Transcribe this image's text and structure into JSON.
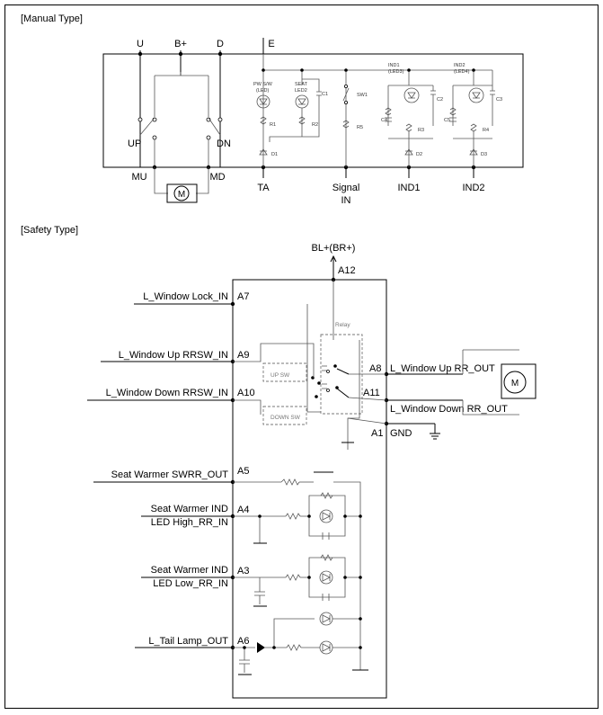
{
  "sections": {
    "manual": {
      "title": "[Manual Type]"
    },
    "safety": {
      "title": "[Safety Type]"
    }
  },
  "manual": {
    "top_terminals": [
      "U",
      "B+",
      "D",
      "E"
    ],
    "switch_labels": {
      "up": "UP",
      "dn": "DN"
    },
    "bottom_terminals": {
      "mu": "MU",
      "md": "MD",
      "ta": "TA",
      "signal_1": "Signal",
      "signal_2": "IN",
      "ind1": "IND1",
      "ind2": "IND2"
    },
    "motor": "M",
    "components": {
      "pw_sw_1": "PW S/W",
      "pw_sw_2": "(LED)",
      "seat_1": "SEAT",
      "seat_2": "LED2",
      "ind1_1": "IND1",
      "ind1_2": "(LED3)",
      "ind2_1": "IND2",
      "ind2_2": "(LED4)",
      "r1": "R1",
      "r2": "R2",
      "r3": "R3",
      "r4": "R4",
      "r5": "R5",
      "c1": "C1",
      "c2": "C2",
      "c3": "C3",
      "c4": "C4",
      "c5": "C5",
      "d1": "D1",
      "d2": "D2",
      "d3": "D3",
      "sw1": "SW1"
    }
  },
  "safety": {
    "supply": "BL+(BR+)",
    "pins": {
      "a12": "A12",
      "a7": "A7",
      "a9": "A9",
      "a10": "A10",
      "a8": "A8",
      "a11": "A11",
      "a1": "A1",
      "a5": "A5",
      "a4": "A4",
      "a3": "A3",
      "a6": "A6"
    },
    "left_labels": {
      "lock": "L_Window Lock_IN",
      "up": "L_Window Up RRSW_IN",
      "down": "L_Window Down RRSW_IN",
      "swrr": "Seat Warmer SWRR_OUT",
      "ind_high_1": "Seat Warmer IND",
      "ind_high_2": "LED High_RR_IN",
      "ind_low_1": "Seat Warmer IND",
      "ind_low_2": "LED Low_RR_IN",
      "tail": "L_Tail Lamp_OUT"
    },
    "right_labels": {
      "up_out": "L_Window Up RR_OUT",
      "down_out": "L_Window Down RR_OUT",
      "gnd": "GND"
    },
    "relay": "Relay",
    "up_sw": "UP SW",
    "down_sw": "DOWN SW",
    "motor": "M"
  },
  "colors": {
    "line": "#000000",
    "gray": "#777777",
    "background": "#ffffff"
  }
}
